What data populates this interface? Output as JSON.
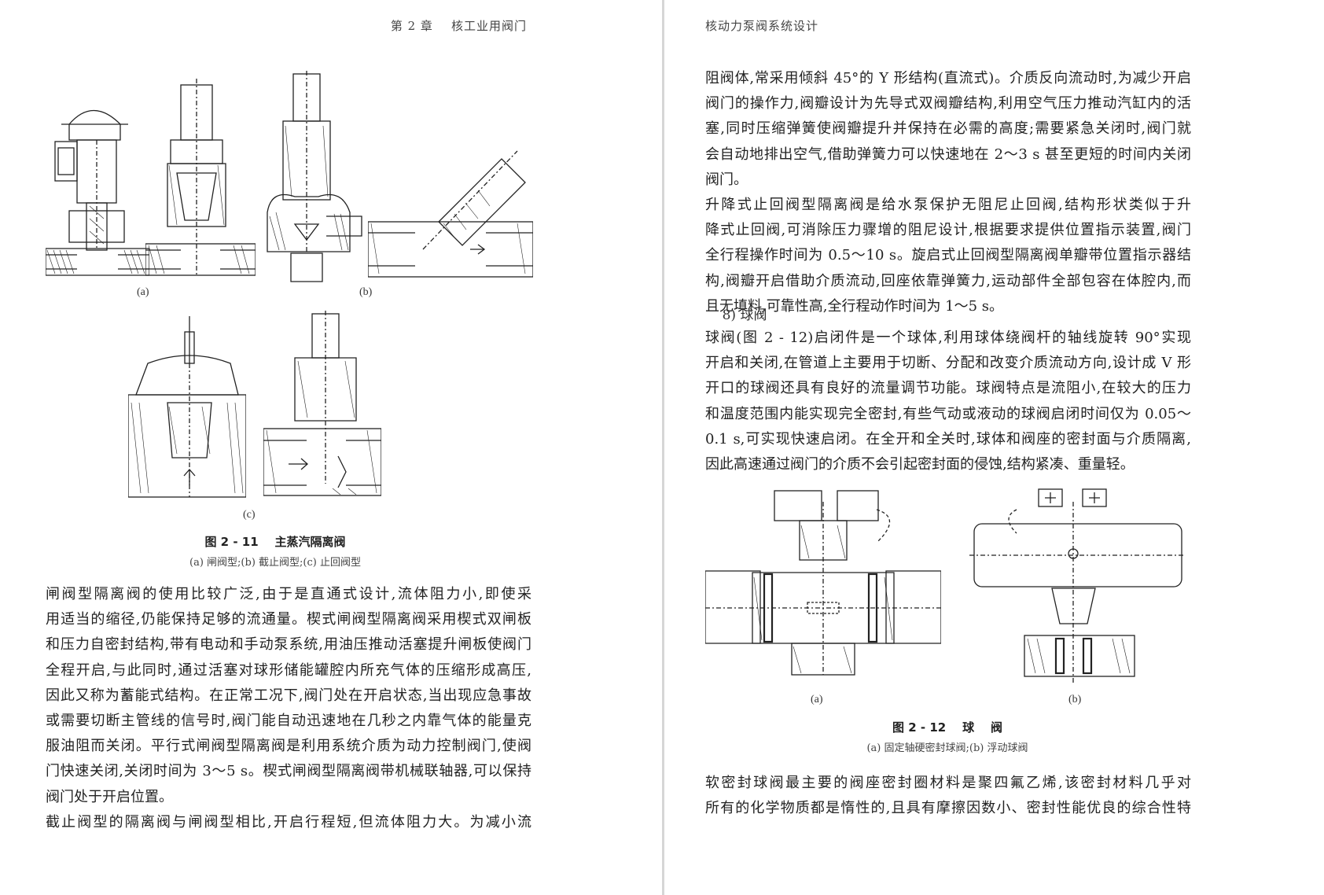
{
  "left_page": {
    "running_head": "第 2 章    核工业用阀门",
    "figure": {
      "sublabels": [
        "(a)",
        "(b)",
        "(c)"
      ],
      "caption": "图 2 - 11    主蒸汽隔离阀",
      "sub_caption": "(a) 闸阀型;(b) 截止阀型;(c) 止回阀型"
    },
    "paragraphs": [
      {
        "lines": [
          "    闸阀型隔离阀的使用比较广泛,由于是直通式设计,流体阻力小,即使采",
          "用适当的缩径,仍能保持足够的流通量。楔式闸阀型隔离阀采用楔式双闸板",
          "和压力自密封结构,带有电动和手动泵系统,用油压推动活塞提升闸板使阀门",
          "全程开启,与此同时,通过活塞对球形储能罐腔内所充气体的压缩形成高压,",
          "因此又称为蓄能式结构。在正常工况下,阀门处在开启状态,当出现应急事故",
          "或需要切断主管线的信号时,阀门能自动迅速地在几秒之内靠气体的能量克",
          "服油阻而关闭。平行式闸阀型隔离阀是利用系统介质为动力控制阀门,使阀",
          "门快速关闭,关闭时间为 3～5 s。楔式闸阀型隔离阀带机械联轴器,可以保持",
          "阀门处于开启位置。"
        ]
      },
      {
        "lines": [
          "    截止阀型的隔离阀与闸阀型相比,开启行程短,但流体阻力大。为减小流"
        ]
      }
    ]
  },
  "right_page": {
    "running_head": "核动力泵阀系统设计",
    "paragraphs_top": [
      {
        "lines": [
          "阻阀体,常采用倾斜 45°的 Y 形结构(直流式)。介质反向流动时,为减少开启",
          "阀门的操作力,阀瓣设计为先导式双阀瓣结构,利用空气压力推动汽缸内的活",
          "塞,同时压缩弹簧使阀瓣提升并保持在必需的高度;需要紧急关闭时,阀门就",
          "会自动地排出空气,借助弹簧力可以快速地在 2～3 s 甚至更短的时间内关闭",
          "阀门。"
        ]
      },
      {
        "lines": [
          "    升降式止回阀型隔离阀是给水泵保护无阻尼止回阀,结构形状类似于升",
          "降式止回阀,可消除压力骤增的阻尼设计,根据要求提供位置指示装置,阀门",
          "全行程操作时间为 0.5～10 s。旋启式止回阀型隔离阀单瓣带位置指示器结",
          "构,阀瓣开启借助介质流动,回座依靠弹簧力,运动部件全部包容在体腔内,而",
          "且无填料,可靠性高,全行程动作时间为 1～5 s。"
        ]
      }
    ],
    "section_heading": "    8) 球阀",
    "paragraph_ball": {
      "lines": [
        "    球阀(图 2 - 12)启闭件是一个球体,利用球体绕阀杆的轴线旋转 90°实现",
        "开启和关闭,在管道上主要用于切断、分配和改变介质流动方向,设计成 V 形",
        "开口的球阀还具有良好的流量调节功能。球阀特点是流阻小,在较大的压力",
        "和温度范围内能实现完全密封,有些气动或液动的球阀启闭时间仅为 0.05～",
        "0.1 s,可实现快速启闭。在全开和全关时,球体和阀座的密封面与介质隔离,",
        "因此高速通过阀门的介质不会引起密封面的侵蚀,结构紧凑、重量轻。"
      ]
    },
    "figure": {
      "sublabels": [
        "(a)",
        "(b)"
      ],
      "caption": "图 2 - 12    球    阀",
      "sub_caption": "(a) 固定轴硬密封球阀;(b) 浮动球阀"
    },
    "paragraph_bottom": {
      "lines": [
        "    软密封球阀最主要的阀座密封圈材料是聚四氟乙烯,该密封材料几乎对",
        "所有的化学物质都是惰性的,且具有摩擦因数小、密封性能优良的综合性特"
      ]
    }
  }
}
